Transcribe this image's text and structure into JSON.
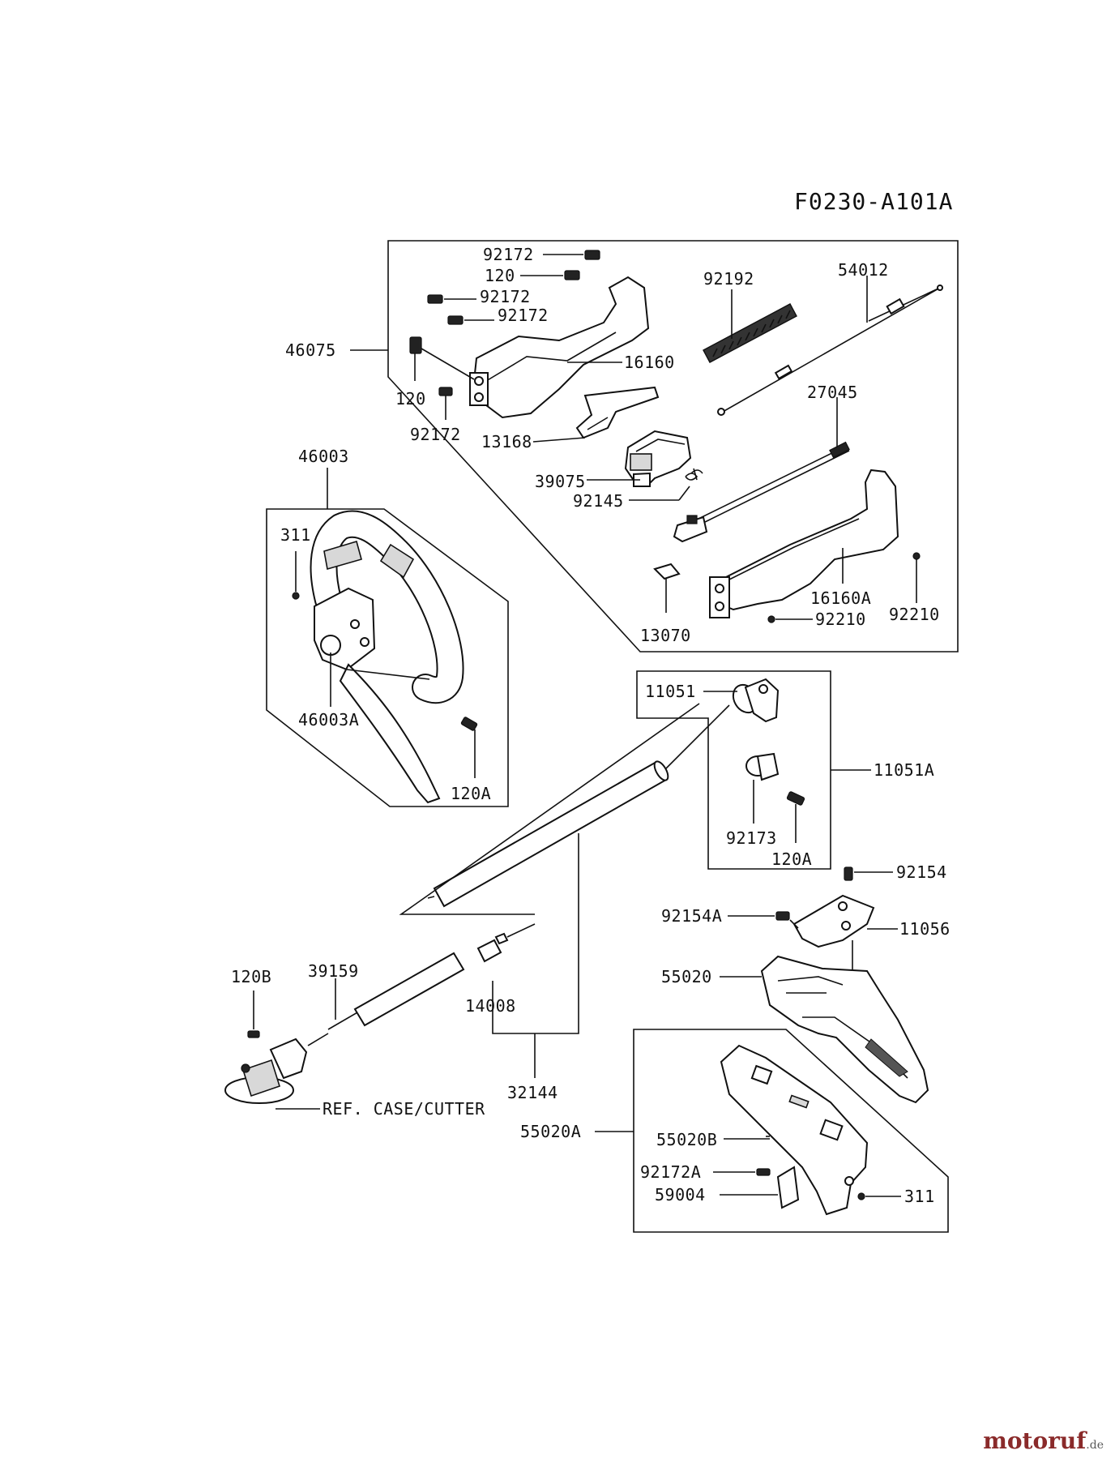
{
  "diagram_code": "F0230-A101A",
  "labels": {
    "l46075": "46075",
    "l92172a": "92172",
    "l120a": "120",
    "l92172b": "92172",
    "l92172c": "92172",
    "l120b": "120",
    "l92172d": "92172",
    "l16160": "16160",
    "l13168": "13168",
    "l92192": "92192",
    "l54012": "54012",
    "l27045": "27045",
    "l39075": "39075",
    "l92145": "92145",
    "l16160A": "16160A",
    "l13070": "13070",
    "l92210a": "92210",
    "l92210b": "92210",
    "l46003": "46003",
    "l311a": "311",
    "l46003A": "46003A",
    "l120Aa": "120A",
    "l11051": "11051",
    "l11051A": "11051A",
    "l92173": "92173",
    "l120Ab": "120A",
    "l92154": "92154",
    "l92154A": "92154A",
    "l11056": "11056",
    "l55020": "55020",
    "l120B": "120B",
    "l39159": "39159",
    "l14008": "14008",
    "l32144": "32144",
    "lref": "REF. CASE/CUTTER",
    "l55020A": "55020A",
    "l55020B": "55020B",
    "l92172A": "92172A",
    "l59004": "59004",
    "l311b": "311"
  },
  "watermark": {
    "main": "motoruf",
    "suffix": ".de"
  }
}
